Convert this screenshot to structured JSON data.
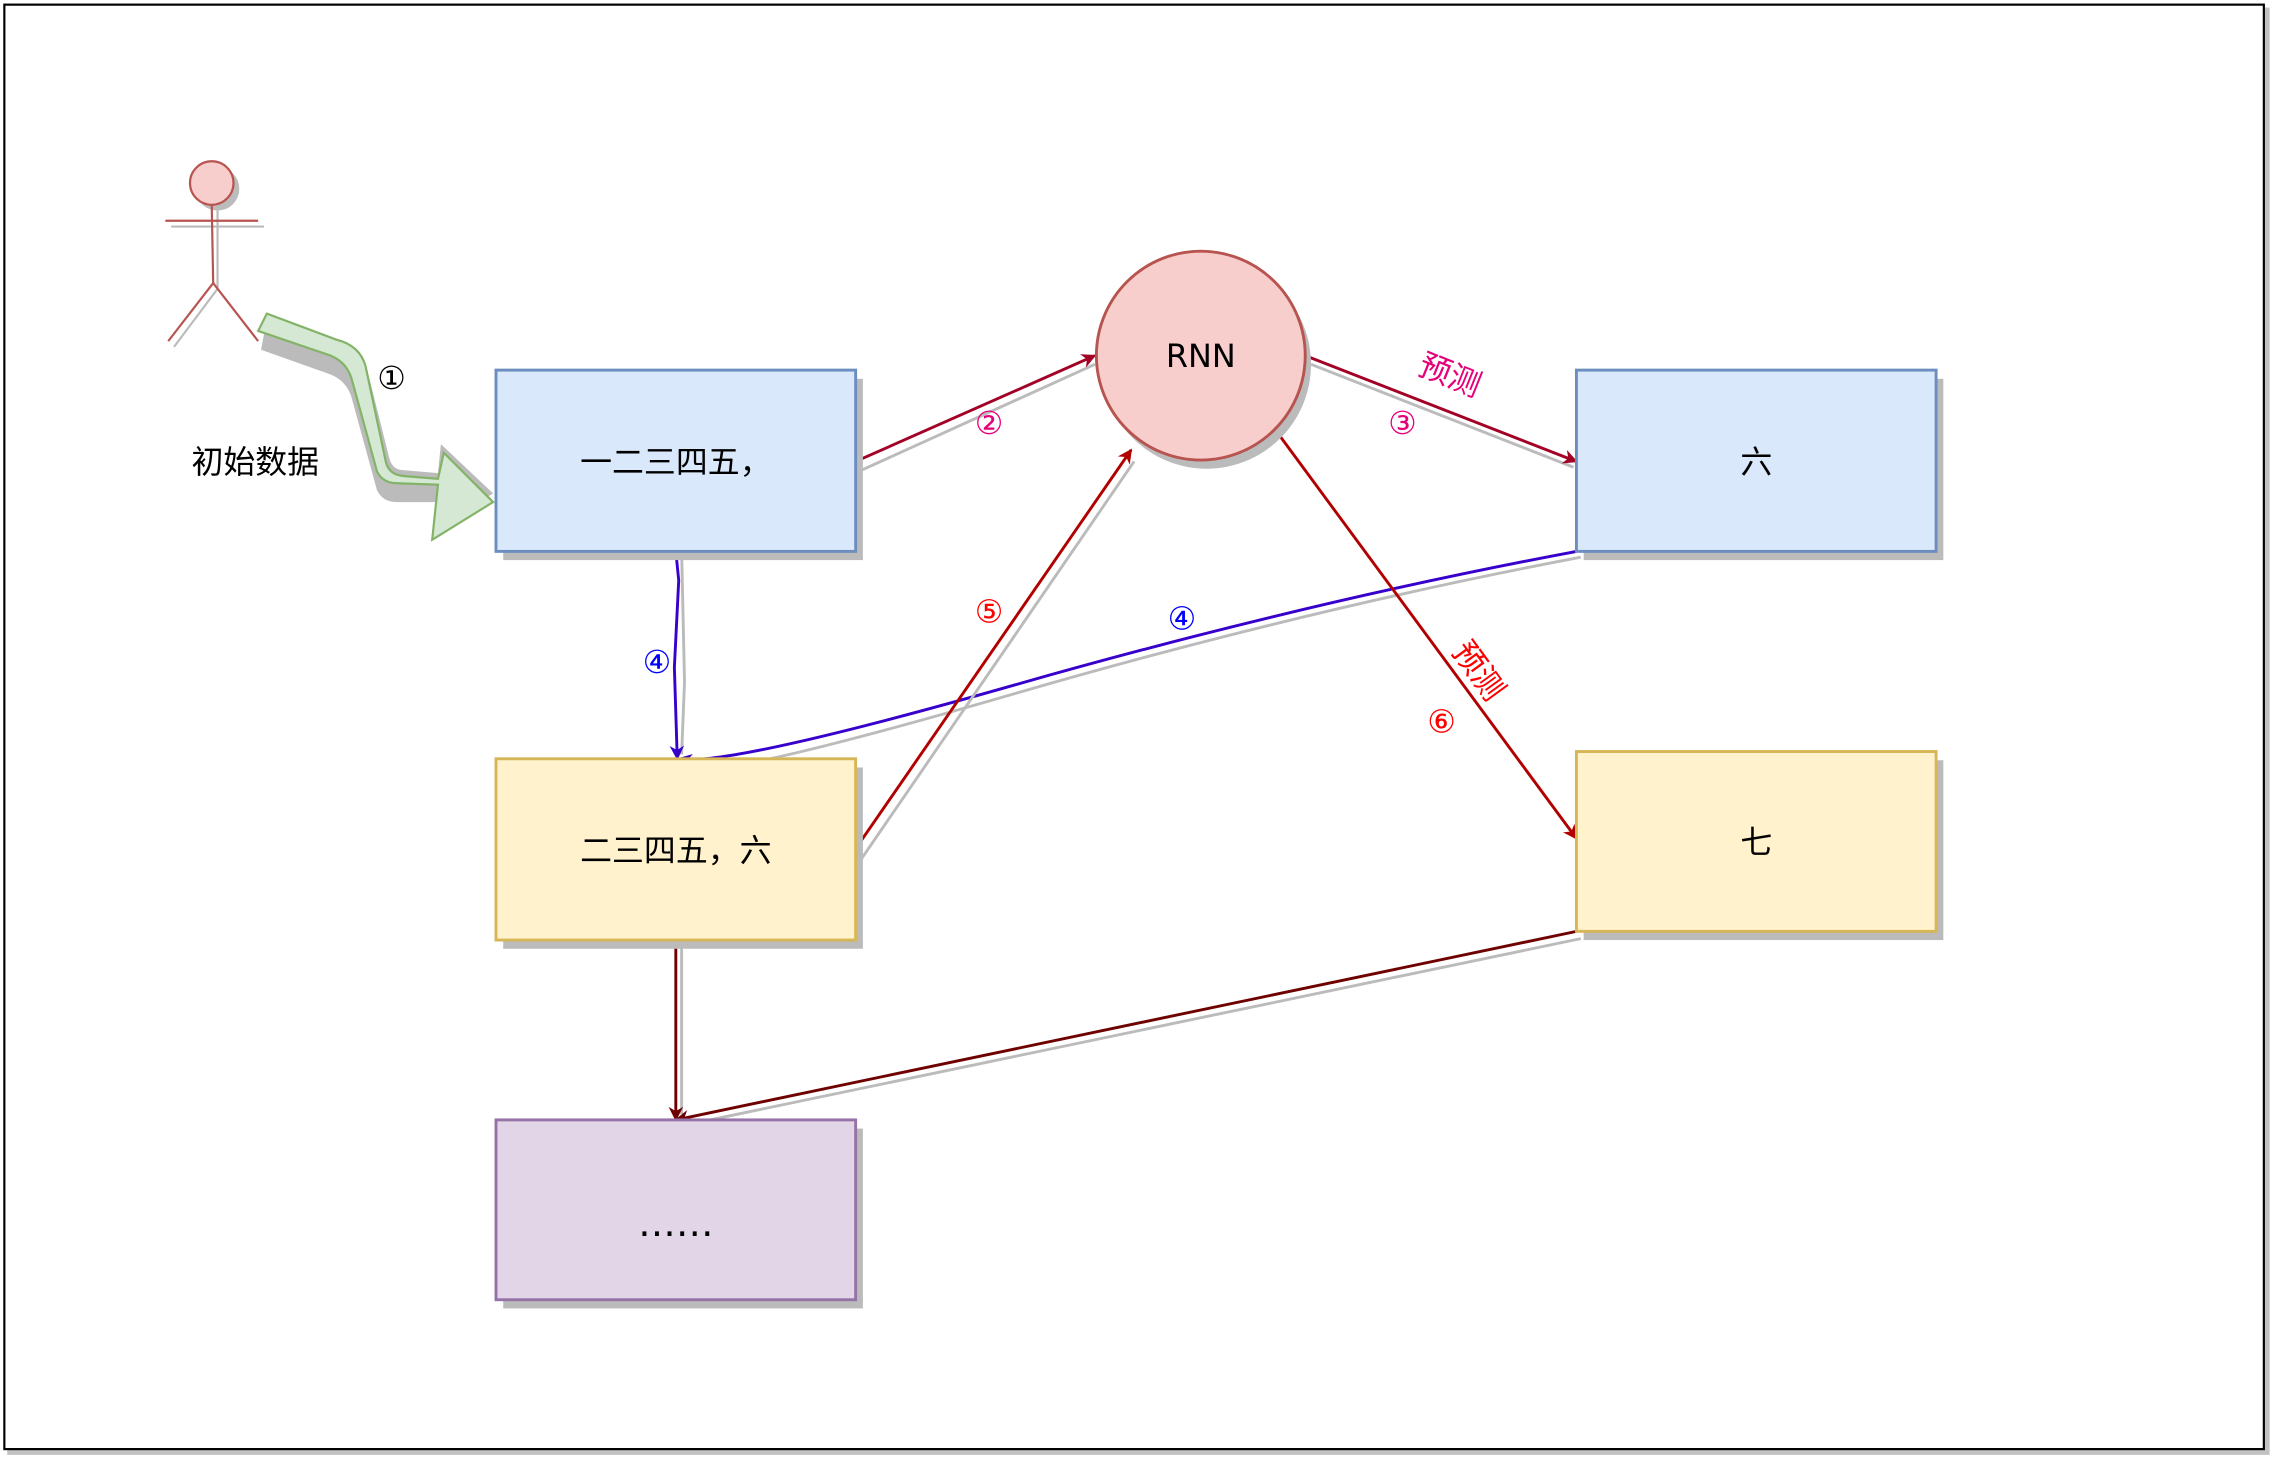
{
  "actor": {
    "label": "初始数据",
    "step": "①"
  },
  "nodes": {
    "input1": {
      "label": "一二三四五，"
    },
    "rnn": {
      "label": "RNN"
    },
    "out1": {
      "label": "六"
    },
    "input2": {
      "label": "二三四五，六"
    },
    "out2": {
      "label": "七"
    },
    "next": {
      "label": "……"
    }
  },
  "edges": {
    "e2": {
      "step": "②"
    },
    "e3": {
      "step": "③",
      "label": "预测"
    },
    "e4a": {
      "step": "④"
    },
    "e4b": {
      "step": "④"
    },
    "e5": {
      "step": "⑤"
    },
    "e6": {
      "step": "⑥",
      "label": "预测"
    }
  },
  "colors": {
    "blue_fill": "#dae8fc",
    "blue_stroke": "#6c8ebf",
    "yellow_fill": "#fff2cc",
    "yellow_stroke": "#d6b656",
    "purple_fill": "#e1d5e7",
    "purple_stroke": "#9673a6",
    "red_fill": "#f8cecc",
    "red_stroke": "#b85450",
    "green_fill": "#d5e8d4",
    "green_stroke": "#82b366",
    "edge_magenta": "#a20025",
    "edge_blue": "#3700cc",
    "edge_red": "#b20000",
    "edge_brown": "#6f0000"
  }
}
